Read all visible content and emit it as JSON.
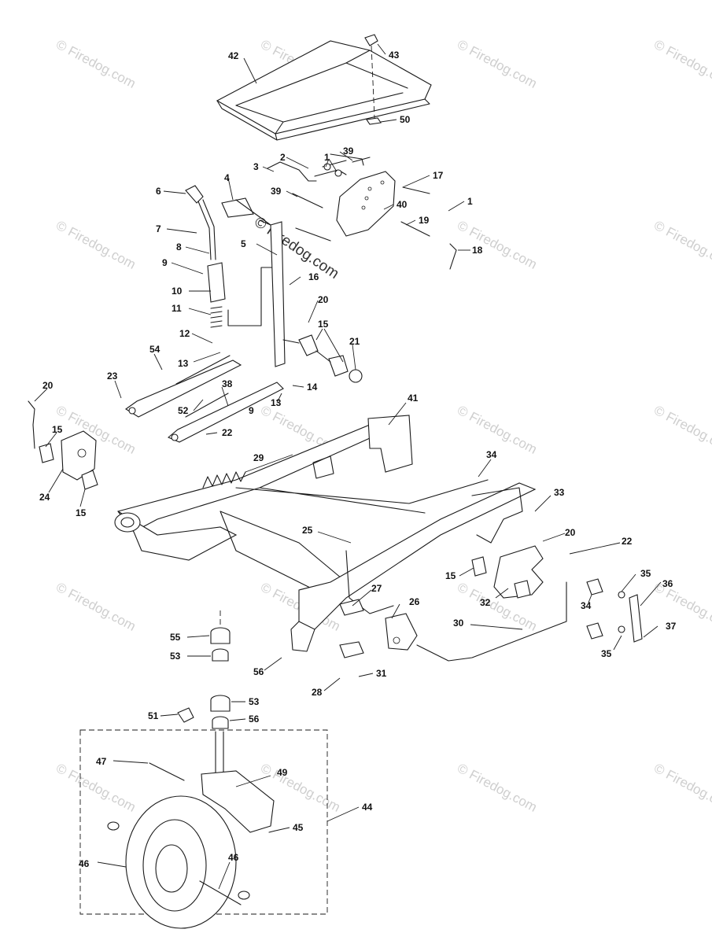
{
  "watermark": {
    "text": "© Firedog.com",
    "center_text": "© Firedog.com"
  },
  "callouts": {
    "c1": "1",
    "c1b": "1",
    "c2": "2",
    "c3": "3",
    "c4": "4",
    "c5": "5",
    "c6": "6",
    "c7": "7",
    "c8": "8",
    "c9": "9",
    "c9b": "9",
    "c10": "10",
    "c11": "11",
    "c12": "12",
    "c13": "13",
    "c13b": "13",
    "c14": "14",
    "c15a": "15",
    "c15b": "15",
    "c15c": "15",
    "c16": "16",
    "c17": "17",
    "c18": "18",
    "c19": "19",
    "c20a": "20",
    "c20b": "20",
    "c20c": "20",
    "c21": "21",
    "c22a": "22",
    "c22b": "22",
    "c23": "23",
    "c24": "24",
    "c25": "25",
    "c26": "26",
    "c27": "27",
    "c28": "28",
    "c29": "29",
    "c30": "30",
    "c31": "31",
    "c32": "32",
    "c33": "33",
    "c34a": "34",
    "c34b": "34",
    "c35a": "35",
    "c35b": "35",
    "c36": "36",
    "c37": "37",
    "c38": "38",
    "c39a": "39",
    "c39b": "39",
    "c40": "40",
    "c41": "41",
    "c42": "42",
    "c43": "43",
    "c44": "44",
    "c45": "45",
    "c46a": "46",
    "c46b": "46",
    "c47": "47",
    "c49": "49",
    "c50": "50",
    "c51": "51",
    "c52": "52",
    "c53a": "53",
    "c53b": "53",
    "c54": "54",
    "c55": "55",
    "c56a": "56",
    "c56b": "56"
  }
}
